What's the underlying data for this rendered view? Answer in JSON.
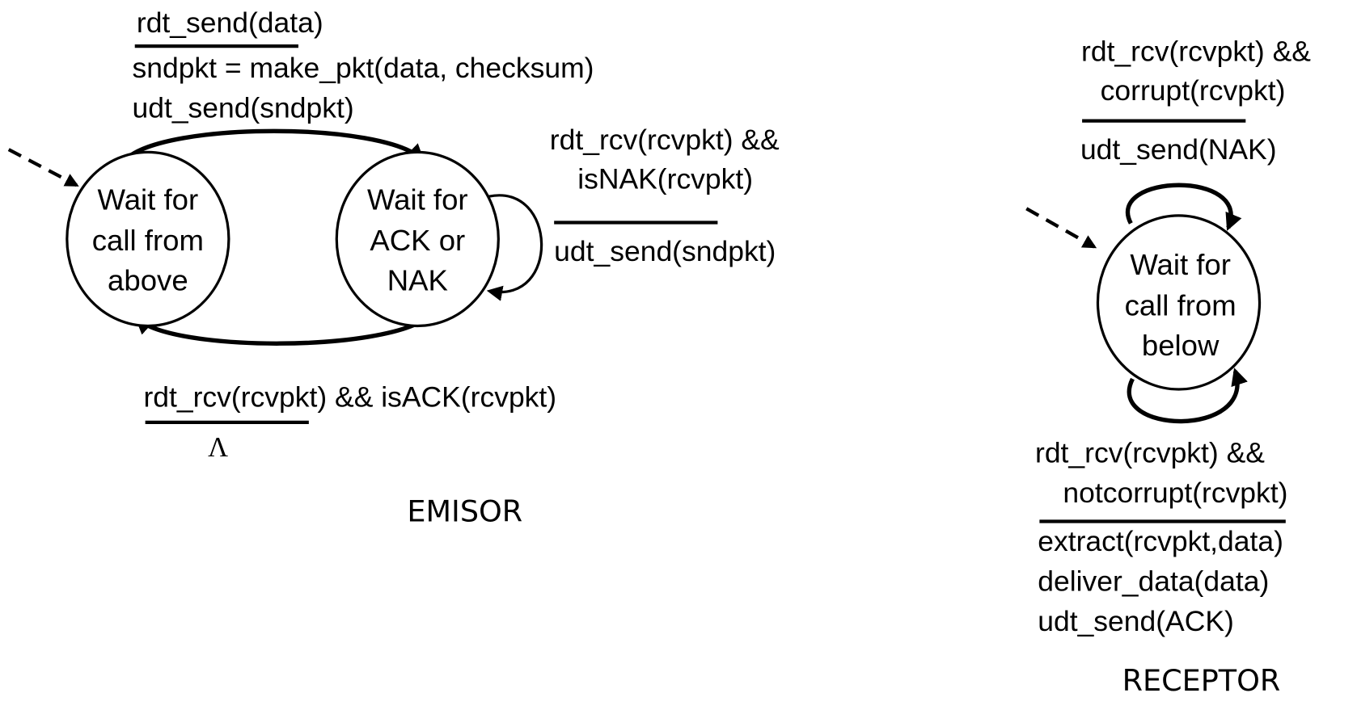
{
  "sender": {
    "title": "EMISOR",
    "states": [
      {
        "lines": [
          "Wait for",
          "call from",
          "above"
        ]
      },
      {
        "lines": [
          "Wait for",
          "ACK or",
          "NAK"
        ]
      }
    ],
    "transition_send": {
      "event": "rdt_send(data)",
      "actions": [
        "sndpkt = make_pkt(data, checksum)",
        "udt_send(sndpkt)"
      ]
    },
    "transition_nak": {
      "event": [
        "rdt_rcv(rcvpkt) &&",
        "isNAK(rcvpkt)"
      ],
      "actions": [
        "udt_send(sndpkt)"
      ]
    },
    "transition_ack": {
      "event": "rdt_rcv(rcvpkt) && isACK(rcvpkt)",
      "actions": [
        "Λ"
      ]
    }
  },
  "receiver": {
    "title": "RECEPTOR",
    "state": {
      "lines": [
        "Wait for",
        "call from",
        "below"
      ]
    },
    "transition_corrupt": {
      "event": [
        "rdt_rcv(rcvpkt) &&",
        "corrupt(rcvpkt)"
      ],
      "actions": [
        "udt_send(NAK)"
      ]
    },
    "transition_ok": {
      "event": [
        "rdt_rcv(rcvpkt) &&",
        "notcorrupt(rcvpkt)"
      ],
      "actions": [
        "extract(rcvpkt,data)",
        "deliver_data(data)",
        "udt_send(ACK)"
      ]
    }
  }
}
